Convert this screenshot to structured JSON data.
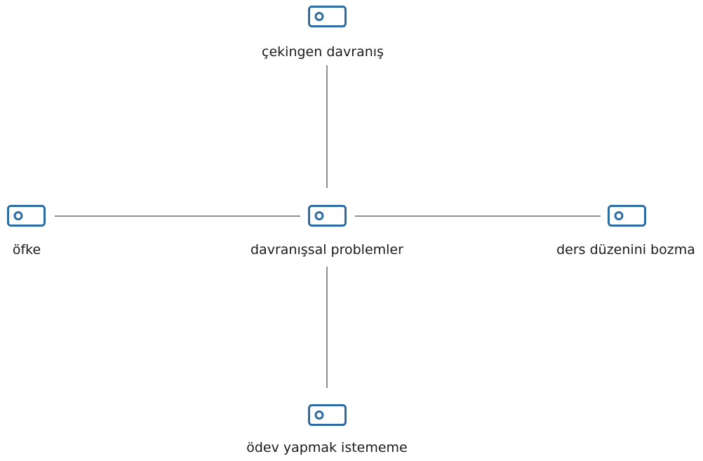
{
  "colors": {
    "icon_stroke": "#2e6da4",
    "connector": "#6b6b6b",
    "text": "#1a1a1a"
  },
  "nodes": {
    "center": {
      "label": "davranışsal problemler",
      "icon": "tag-icon"
    },
    "top": {
      "label": "çekingen davranış",
      "icon": "tag-icon"
    },
    "left": {
      "label": "öfke",
      "icon": "tag-icon"
    },
    "right": {
      "label": "ders düzenini bozma",
      "icon": "tag-icon"
    },
    "bottom": {
      "label": "ödev yapmak istememe",
      "icon": "tag-icon"
    }
  }
}
